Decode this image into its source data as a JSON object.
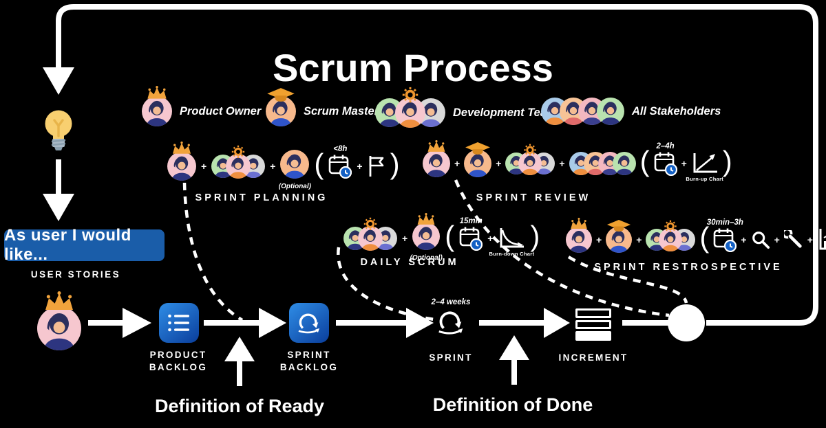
{
  "title": "Scrum Process",
  "ui": {
    "plus": "+",
    "open_paren": "(",
    "close_paren": ")"
  },
  "roles": {
    "product_owner": "Product Owner",
    "scrum_master": "Scrum Master",
    "development_team": "Development Team",
    "all_stakeholders": "All Stakeholders"
  },
  "events": {
    "sprint_planning": {
      "label": "SPRINT PLANNING",
      "duration": "<8h",
      "optional_note": "(Optional)"
    },
    "sprint_review": {
      "label": "SPRINT REVIEW",
      "duration": "2–4h",
      "chart_label": "Burn-up Chart"
    },
    "daily_scrum": {
      "label": "DAILY SCRUM",
      "duration": "15min",
      "optional_note": "(Optional)",
      "chart_label": "Burn-down Chart"
    },
    "sprint_retrospective": {
      "label": "SPRINT RESTROSPECTIVE",
      "duration": "30min–3h"
    }
  },
  "flow": {
    "user_story_text": "As user I would like...",
    "user_stories_label": "USER STORIES",
    "product_backlog_label": "PRODUCT\nBACKLOG",
    "sprint_backlog_label": "SPRINT\nBACKLOG",
    "sprint_label": "SPRINT",
    "sprint_duration": "2–4 weeks",
    "increment_label": "INCREMENT"
  },
  "definitions": {
    "ready": "Definition of Ready",
    "done": "Definition of Done"
  },
  "colors": {
    "background": "#000000",
    "line_white": "#ffffff",
    "story_box_blue": "#1a5da9",
    "backlog_gradient_start": "#2f8de6",
    "backlog_gradient_end": "#0a3e9c",
    "clock_blue": "#1360c4",
    "crown_gold": "#f1a33c",
    "gear_orange": "#f0962e"
  },
  "icons": [
    "crown-icon",
    "graduation-cap-icon",
    "gear-icon",
    "calendar-clock-icon",
    "flag-icon",
    "burn-up-chart-icon",
    "burn-down-chart-icon",
    "magnifier-icon",
    "wrench-icon",
    "bar-chart-icon",
    "lightbulb-icon",
    "list-icon",
    "sprint-loop-icon",
    "increment-stack-icon"
  ]
}
